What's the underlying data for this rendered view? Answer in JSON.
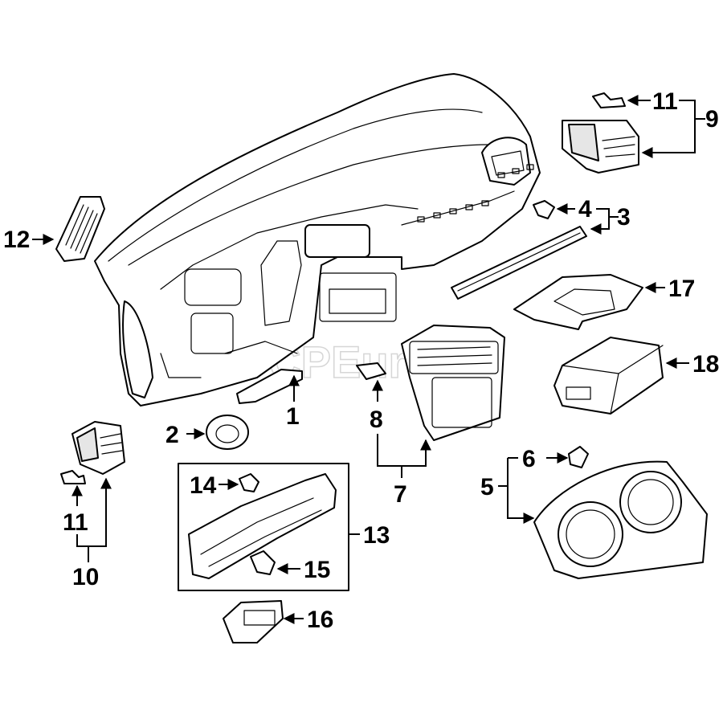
{
  "diagram": {
    "watermark": "FCPEuro",
    "callouts": [
      {
        "id": "c1",
        "label": "1"
      },
      {
        "id": "c2",
        "label": "2"
      },
      {
        "id": "c3",
        "label": "3"
      },
      {
        "id": "c4",
        "label": "4"
      },
      {
        "id": "c5",
        "label": "5"
      },
      {
        "id": "c6",
        "label": "6"
      },
      {
        "id": "c7",
        "label": "7"
      },
      {
        "id": "c8",
        "label": "8"
      },
      {
        "id": "c9",
        "label": "9"
      },
      {
        "id": "c10",
        "label": "10"
      },
      {
        "id": "c11a",
        "label": "11"
      },
      {
        "id": "c11b",
        "label": "11"
      },
      {
        "id": "c12",
        "label": "12"
      },
      {
        "id": "c13",
        "label": "13"
      },
      {
        "id": "c14",
        "label": "14"
      },
      {
        "id": "c15",
        "label": "15"
      },
      {
        "id": "c16",
        "label": "16"
      },
      {
        "id": "c17",
        "label": "17"
      },
      {
        "id": "c18",
        "label": "18"
      }
    ]
  }
}
